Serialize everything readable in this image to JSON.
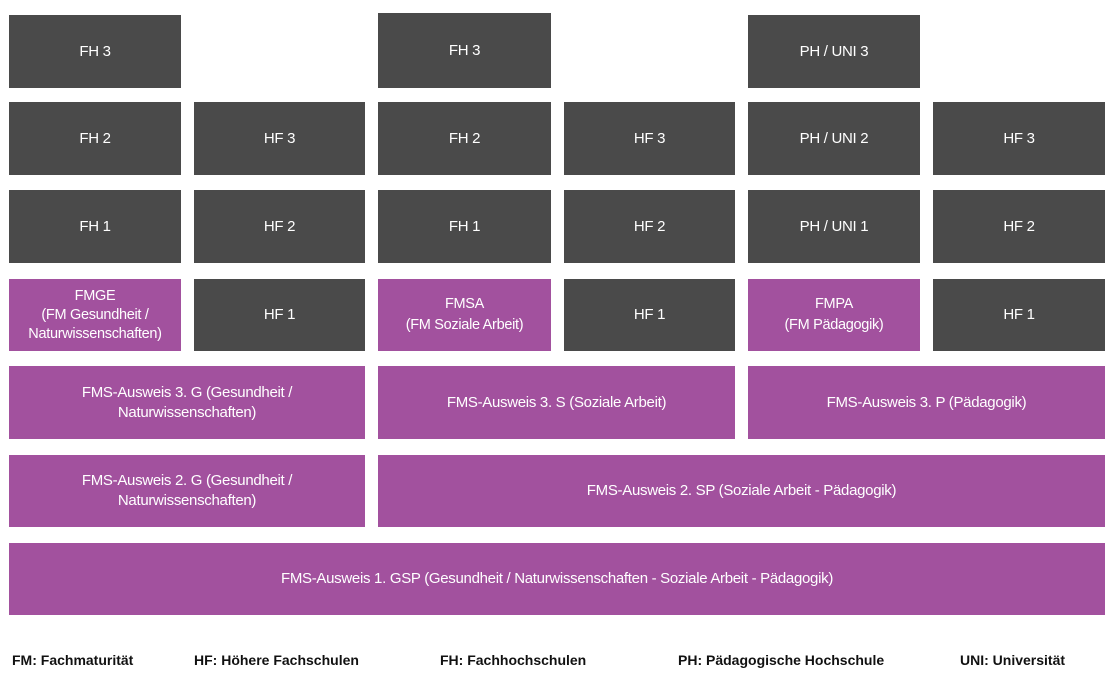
{
  "colors": {
    "grey": "#4a4a4a",
    "purple": "#a2519e",
    "background": "#ffffff"
  },
  "blocks": {
    "fh3_a": "FH 3",
    "fh3_b": "FH 3",
    "phuni3": "PH / UNI 3",
    "fh2_a": "FH 2",
    "hf3_a": "HF 3",
    "fh2_b": "FH 2",
    "hf3_b": "HF 3",
    "phuni2": "PH / UNI 2",
    "hf3_c": "HF 3",
    "fh1_a": "FH 1",
    "hf2_a": "HF 2",
    "fh1_b": "FH 1",
    "hf2_b": "HF 2",
    "phuni1": "PH / UNI 1",
    "hf2_c": "HF 2",
    "fmge": "FMGE\n(FM Gesundheit /\nNaturwissenschaften)",
    "hf1_a": "HF 1",
    "fmsa": "FMSA\n(FM Soziale Arbeit)",
    "hf1_b": "HF 1",
    "fmpa": "FMPA\n(FM Pädagogik)",
    "hf1_c": "HF 1",
    "ausweis3_g": "FMS-Ausweis 3. G (Gesundheit /\nNaturwissenschaften)",
    "ausweis3_s": "FMS-Ausweis 3. S (Soziale Arbeit)",
    "ausweis3_p": "FMS-Ausweis 3. P (Pädagogik)",
    "ausweis2_g": "FMS-Ausweis 2. G (Gesundheit /\nNaturwissenschaften)",
    "ausweis2_sp": "FMS-Ausweis 2. SP (Soziale Arbeit - Pädagogik)",
    "ausweis1_gsp": "FMS-Ausweis 1. GSP (Gesundheit / Naturwissenschaften - Soziale Arbeit - Pädagogik)"
  },
  "legend": {
    "fm": "FM: Fachmaturität",
    "hf": "HF: Höhere Fachschulen",
    "fh": "FH: Fachhochschulen",
    "ph": "PH: Pädagogische Hochschule",
    "uni": "UNI: Universität"
  }
}
